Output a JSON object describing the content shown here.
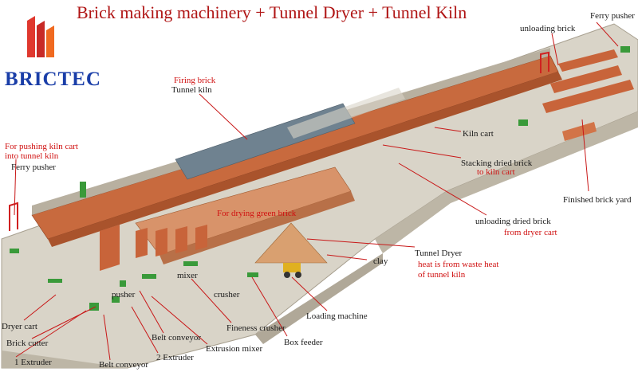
{
  "title": "Brick making machinery + Tunnel Dryer + Tunnel Kiln",
  "brand": "BRICTEC",
  "labels": {
    "ferry_pusher_top": "Ferry pusher",
    "unloading_brick": "unloading brick",
    "firing_brick": "Firing brick",
    "tunnel_kiln": "Tunnel kiln",
    "for_pushing_1": "For pushing kiln cart",
    "for_pushing_2": "into tunnel kiln",
    "ferry_pusher_left": "Ferry pusher",
    "kiln_cart": "Kiln cart",
    "stacking_dried": "Stacking dried brick",
    "to_kiln_cart": "to kiln cart",
    "finished_yard": "Finished brick yard",
    "for_drying": "For drying green brick",
    "unloading_dried": "unloading dried brick",
    "from_dryer_cart": "from dryer cart",
    "tunnel_dryer": "Tunnel Dryer",
    "heat_1": "heat is from waste heat",
    "heat_2": "of tunnel kiln",
    "clay": "clay",
    "mixer": "mixer",
    "crusher": "crusher",
    "pusher": "pusher",
    "loading_machine": "Loading machine",
    "dryer_cart": "Dryer cart",
    "fineness_crusher": "Fineness crusher",
    "brick_cutter": "Brick cutter",
    "belt_conveyor_1": "Belt conveyor",
    "box_feeder": "Box feeder",
    "extrusion_mixer": "Extrusion mixer",
    "extruder_1": "1 Extruder",
    "extruder_2": "2 Extruder",
    "belt_conveyor_2": "Belt conveyor"
  },
  "colors": {
    "title": "#b01515",
    "brand": "#1a3ea8",
    "callout_red": "#d01010",
    "leader": "#c81818",
    "floor": "#d9d4c8",
    "wall": "#b8b0a0",
    "brick": "#c8643a",
    "machine": "#3a9a3a"
  }
}
